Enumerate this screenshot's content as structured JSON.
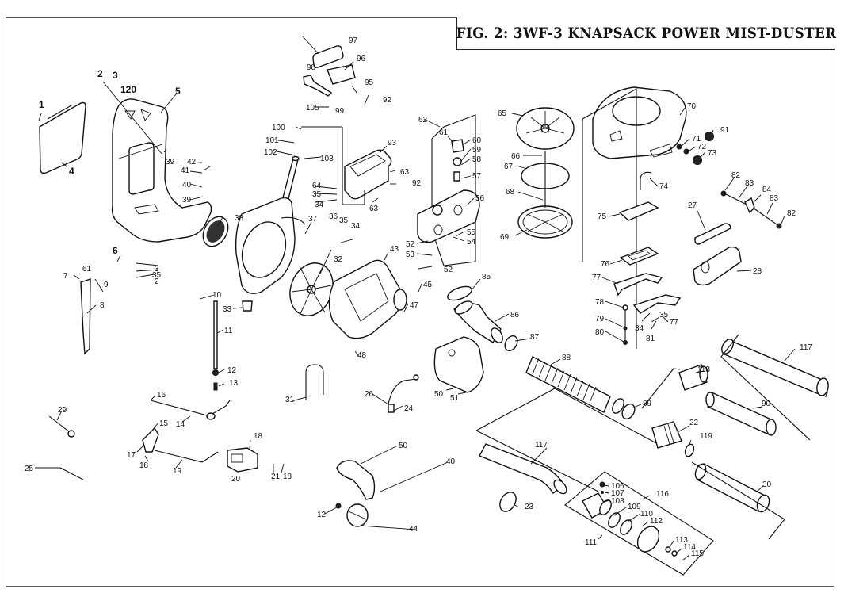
{
  "figure": {
    "title": "FIG. 2: 3WF-3 KNAPSACK POWER MIST-DUSTER"
  },
  "callouts": [
    {
      "id": "c1",
      "text": "1"
    },
    {
      "id": "c2",
      "text": "2"
    },
    {
      "id": "c3",
      "text": "3"
    },
    {
      "id": "c120",
      "text": "120"
    },
    {
      "id": "c5",
      "text": "5"
    },
    {
      "id": "c4",
      "text": "4"
    },
    {
      "id": "c39a",
      "text": "39"
    },
    {
      "id": "c42",
      "text": "42"
    },
    {
      "id": "c41",
      "text": "41"
    },
    {
      "id": "c40a",
      "text": "40"
    },
    {
      "id": "c39b",
      "text": "39"
    },
    {
      "id": "c38",
      "text": "38"
    },
    {
      "id": "c6",
      "text": "6"
    },
    {
      "id": "c3b",
      "text": "3"
    },
    {
      "id": "c35a",
      "text": "35"
    },
    {
      "id": "c2b",
      "text": "2"
    },
    {
      "id": "c7",
      "text": "7"
    },
    {
      "id": "c61a",
      "text": "61"
    },
    {
      "id": "c9",
      "text": "9"
    },
    {
      "id": "c8",
      "text": "8"
    },
    {
      "id": "c97",
      "text": "97"
    },
    {
      "id": "c96",
      "text": "96"
    },
    {
      "id": "c98",
      "text": "98"
    },
    {
      "id": "c95",
      "text": "95"
    },
    {
      "id": "c92a",
      "text": "92"
    },
    {
      "id": "c105",
      "text": "105"
    },
    {
      "id": "c99",
      "text": "99"
    },
    {
      "id": "c100",
      "text": "100"
    },
    {
      "id": "c101",
      "text": "101"
    },
    {
      "id": "c102",
      "text": "102"
    },
    {
      "id": "c103",
      "text": "103"
    },
    {
      "id": "c93",
      "text": "93"
    },
    {
      "id": "c63a",
      "text": "63"
    },
    {
      "id": "c92b",
      "text": "92"
    },
    {
      "id": "c64",
      "text": "64"
    },
    {
      "id": "c35b",
      "text": "35"
    },
    {
      "id": "c34a",
      "text": "34"
    },
    {
      "id": "c63b",
      "text": "63"
    },
    {
      "id": "c37",
      "text": "37"
    },
    {
      "id": "c36",
      "text": "36"
    },
    {
      "id": "c35c",
      "text": "35"
    },
    {
      "id": "c34b",
      "text": "34"
    },
    {
      "id": "c32",
      "text": "32"
    },
    {
      "id": "c43",
      "text": "43"
    },
    {
      "id": "c45",
      "text": "45"
    },
    {
      "id": "c47",
      "text": "47"
    },
    {
      "id": "c48",
      "text": "48"
    },
    {
      "id": "c10",
      "text": "10"
    },
    {
      "id": "c33",
      "text": "33"
    },
    {
      "id": "c11",
      "text": "11"
    },
    {
      "id": "c12a",
      "text": "12"
    },
    {
      "id": "c13",
      "text": "13"
    },
    {
      "id": "c16",
      "text": "16"
    },
    {
      "id": "c14",
      "text": "14"
    },
    {
      "id": "c31",
      "text": "31"
    },
    {
      "id": "c29",
      "text": "29"
    },
    {
      "id": "c15",
      "text": "15"
    },
    {
      "id": "c17",
      "text": "17"
    },
    {
      "id": "c18a",
      "text": "18"
    },
    {
      "id": "c19",
      "text": "19"
    },
    {
      "id": "c18b",
      "text": "18"
    },
    {
      "id": "c20",
      "text": "20"
    },
    {
      "id": "c21",
      "text": "21"
    },
    {
      "id": "c18c",
      "text": "18"
    },
    {
      "id": "c25",
      "text": "25"
    },
    {
      "id": "c62",
      "text": "62"
    },
    {
      "id": "c61b",
      "text": "61"
    },
    {
      "id": "c60",
      "text": "60"
    },
    {
      "id": "c59",
      "text": "59"
    },
    {
      "id": "c58",
      "text": "58"
    },
    {
      "id": "c57",
      "text": "57"
    },
    {
      "id": "c56",
      "text": "56"
    },
    {
      "id": "c55",
      "text": "55"
    },
    {
      "id": "c54",
      "text": "54"
    },
    {
      "id": "c52a",
      "text": "52"
    },
    {
      "id": "c53",
      "text": "53"
    },
    {
      "id": "c52b",
      "text": "52"
    },
    {
      "id": "c65",
      "text": "65"
    },
    {
      "id": "c66",
      "text": "66"
    },
    {
      "id": "c67",
      "text": "67"
    },
    {
      "id": "c68",
      "text": "68"
    },
    {
      "id": "c69",
      "text": "69"
    },
    {
      "id": "c70",
      "text": "70"
    },
    {
      "id": "c91",
      "text": "91"
    },
    {
      "id": "c71",
      "text": "71"
    },
    {
      "id": "c72",
      "text": "72"
    },
    {
      "id": "c73",
      "text": "73"
    },
    {
      "id": "c74",
      "text": "74"
    },
    {
      "id": "c75",
      "text": "75"
    },
    {
      "id": "c82a",
      "text": "82"
    },
    {
      "id": "c83a",
      "text": "83"
    },
    {
      "id": "c84",
      "text": "84"
    },
    {
      "id": "c83b",
      "text": "83"
    },
    {
      "id": "c82b",
      "text": "82"
    },
    {
      "id": "c27",
      "text": "27"
    },
    {
      "id": "c28",
      "text": "28"
    },
    {
      "id": "c76",
      "text": "76"
    },
    {
      "id": "c77a",
      "text": "77"
    },
    {
      "id": "c78",
      "text": "78"
    },
    {
      "id": "c79",
      "text": "79"
    },
    {
      "id": "c80",
      "text": "80"
    },
    {
      "id": "c34c",
      "text": "34"
    },
    {
      "id": "c35d",
      "text": "35"
    },
    {
      "id": "c77b",
      "text": "77"
    },
    {
      "id": "c81",
      "text": "81"
    },
    {
      "id": "c85",
      "text": "85"
    },
    {
      "id": "c86",
      "text": "86"
    },
    {
      "id": "c87",
      "text": "87"
    },
    {
      "id": "c88",
      "text": "88"
    },
    {
      "id": "c89",
      "text": "89"
    },
    {
      "id": "c50a",
      "text": "50"
    },
    {
      "id": "c51",
      "text": "51"
    },
    {
      "id": "c26",
      "text": "26"
    },
    {
      "id": "c24",
      "text": "24"
    },
    {
      "id": "c117a",
      "text": "117"
    },
    {
      "id": "c118",
      "text": "118"
    },
    {
      "id": "c90",
      "text": "90"
    },
    {
      "id": "c22",
      "text": "22"
    },
    {
      "id": "c119",
      "text": "119"
    },
    {
      "id": "c117b",
      "text": "117"
    },
    {
      "id": "c30",
      "text": "30"
    },
    {
      "id": "c50b",
      "text": "50"
    },
    {
      "id": "c40b",
      "text": "40"
    },
    {
      "id": "c12b",
      "text": "12"
    },
    {
      "id": "c44",
      "text": "44"
    },
    {
      "id": "c23",
      "text": "23"
    },
    {
      "id": "c106",
      "text": "106"
    },
    {
      "id": "c107",
      "text": "107"
    },
    {
      "id": "c108",
      "text": "108"
    },
    {
      "id": "c109",
      "text": "109"
    },
    {
      "id": "c110",
      "text": "110"
    },
    {
      "id": "c116",
      "text": "116"
    },
    {
      "id": "c112",
      "text": "112"
    },
    {
      "id": "c111",
      "text": "111"
    },
    {
      "id": "c113",
      "text": "113"
    },
    {
      "id": "c114",
      "text": "114"
    },
    {
      "id": "c115",
      "text": "115"
    }
  ]
}
